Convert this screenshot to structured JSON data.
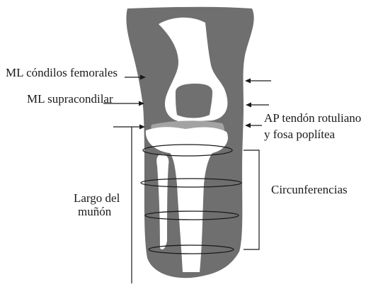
{
  "figure": {
    "labels": {
      "ml_condyles": "ML cóndilos femorales",
      "ml_supracondylar": "ML supracondilar",
      "ap_line1": "AP tendón rotuliano",
      "ap_line2": "y fosa poplítea",
      "circumferences": "Circunferencias",
      "length_line1": "Largo del",
      "length_line2": "muñón"
    },
    "colors": {
      "limb": "#6f6f6f",
      "bone": "#ffffff",
      "bone_dark": "#707070",
      "tibial_plateau": "#a3a3a3",
      "line": "#1a1a1a"
    }
  }
}
